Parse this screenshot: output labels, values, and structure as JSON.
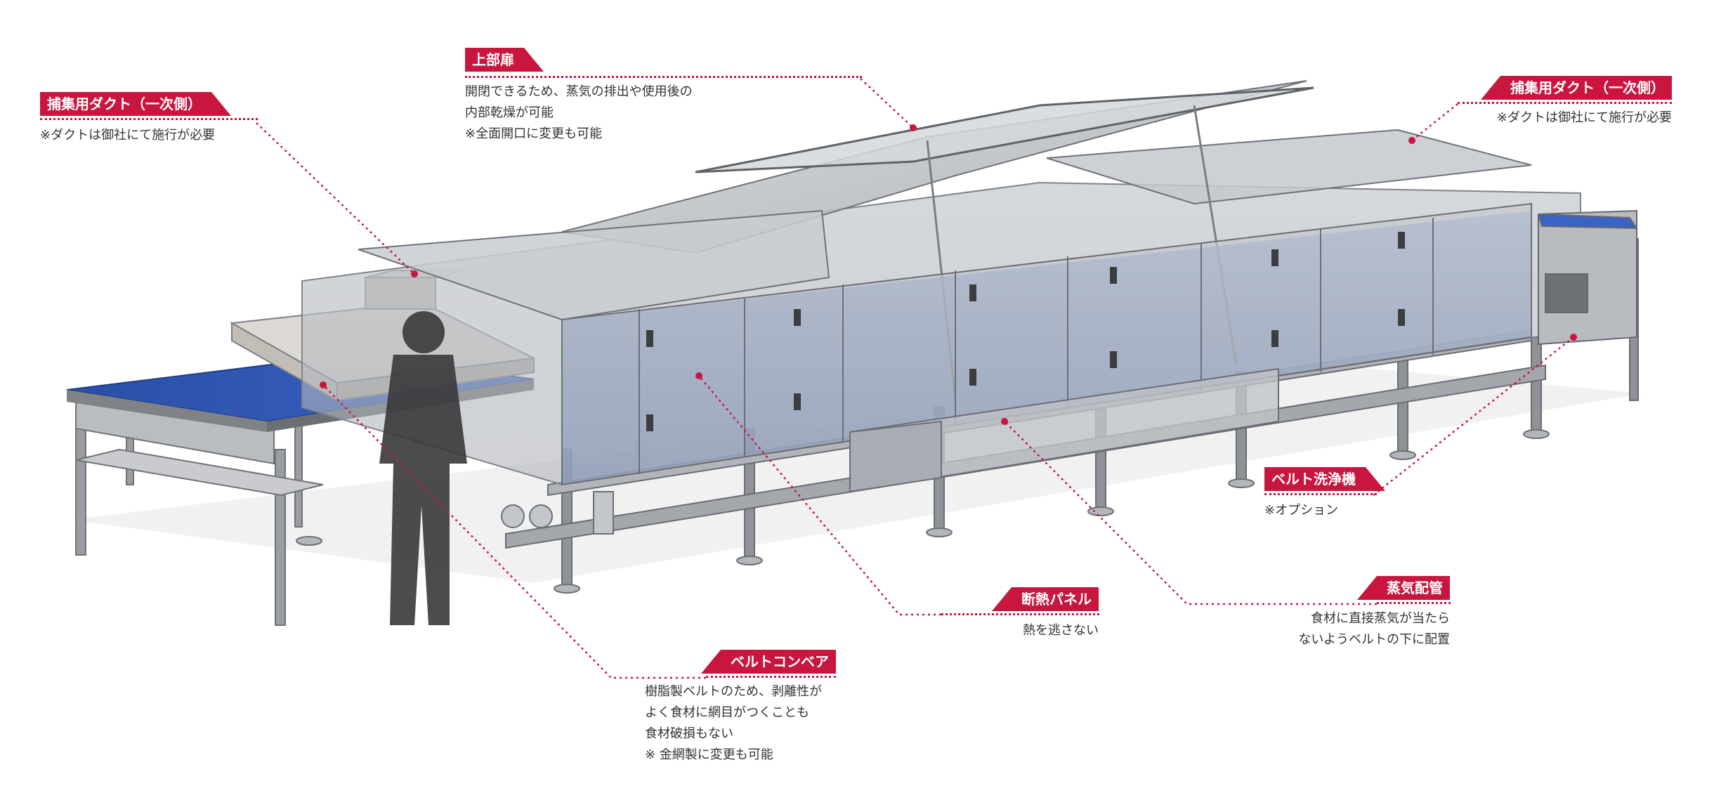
{
  "colors": {
    "accent": "#c9163f",
    "belt": "#2f56b0",
    "frame": "#8c8f93",
    "glass": "#b9bec4",
    "hood": "#d8d4cf",
    "person": "#3a3a3c"
  },
  "callouts": {
    "duct_left": {
      "title": "捕集用ダクト（一次側）",
      "lines": [
        "※ダクトは御社にて施行が必要"
      ]
    },
    "top_door": {
      "title": "上部扉",
      "lines": [
        "開閉できるため、蒸気の排出や使用後の",
        "内部乾燥が可能",
        "※全面開口に変更も可能"
      ]
    },
    "duct_right": {
      "title": "捕集用ダクト（一次側）",
      "lines": [
        "※ダクトは御社にて施行が必要"
      ]
    },
    "belt_washer": {
      "title": "ベルト洗浄機",
      "lines": [
        "※オプション"
      ]
    },
    "steam_pipe": {
      "title": "蒸気配管",
      "lines": [
        "食材に直接蒸気が当たら",
        "ないようベルトの下に配置"
      ]
    },
    "insulation_panel": {
      "title": "断熱パネル",
      "lines": [
        "熱を逃さない"
      ]
    },
    "belt_conveyor": {
      "title": "ベルトコンベア",
      "lines": [
        "樹脂製ベルトのため、剥離性が",
        "よく食材に網目がつくことも",
        "食材破損もない",
        "※ 金網製に変更も可能"
      ]
    }
  }
}
